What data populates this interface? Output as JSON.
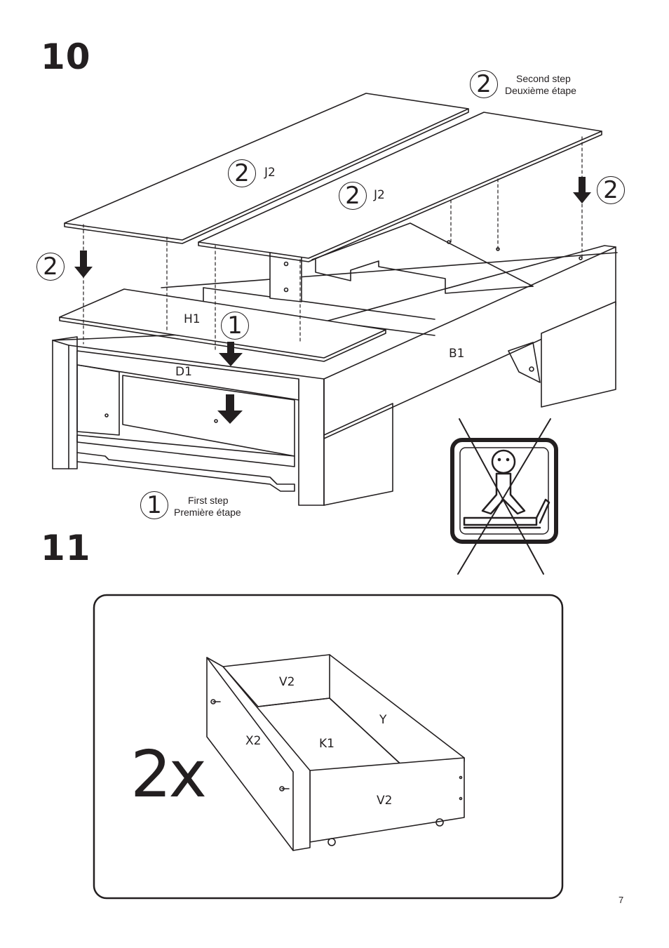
{
  "steps": [
    {
      "number": "10",
      "sub_steps": [
        {
          "index": "1",
          "en": "First step",
          "fr": "Première étape"
        },
        {
          "index": "2",
          "en": "Second step",
          "fr": "Deuxième étape"
        }
      ],
      "part_labels": {
        "j2a": "J2",
        "j2b": "J2",
        "h1": "H1",
        "d1": "D1",
        "b1": "B1"
      },
      "markers": {
        "one": "1",
        "two": "2"
      }
    },
    {
      "number": "11",
      "quantity": "2x",
      "part_labels": {
        "v2_back": "V2",
        "y": "Y",
        "x2": "X2",
        "k1": "K1",
        "v2_front": "V2"
      }
    }
  ],
  "warning_icon": "no-standing-on-bed-icon",
  "page_number": "7",
  "colors": {
    "ink": "#231f20",
    "paper": "#ffffff"
  }
}
